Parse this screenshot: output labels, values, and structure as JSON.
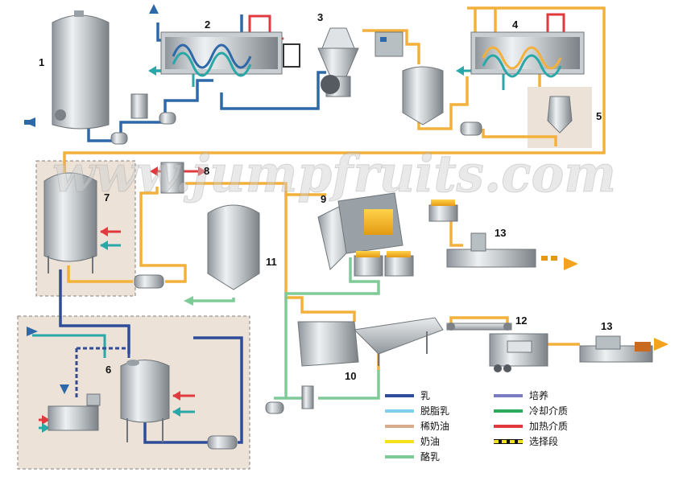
{
  "colors": {
    "milk": "#2e4c9a",
    "skim_milk": "#7fcfee",
    "cream": "#d8ab8c",
    "butter": "#f4e21a",
    "buttermilk": "#7ecb98",
    "culture_medium": "#7b7bc3",
    "cooling_medium": "#2faa5a",
    "heating_medium": "#e0393e",
    "optional_section": "#f4e21a",
    "process_line": "#f3b13b",
    "pipe_blue": "#2d69a8",
    "panel_bg": "#ece2d8"
  },
  "equipment_numbers": {
    "n1": "1",
    "n2": "2",
    "n3": "3",
    "n4": "4",
    "n5": "5",
    "n6": "6",
    "n7": "7",
    "n8": "8",
    "n9": "9",
    "n10": "10",
    "n11": "11",
    "n12": "12",
    "n13a": "13",
    "n13b": "13"
  },
  "watermark": "www.jumpfruits.com",
  "legend": [
    {
      "label": "乳",
      "color": "#2e4c9a",
      "style": "solid"
    },
    {
      "label": "脱脂乳",
      "color": "#7fcfee",
      "style": "solid"
    },
    {
      "label": "稀奶油",
      "color": "#d8ab8c",
      "style": "solid"
    },
    {
      "label": "奶油",
      "color": "#f4e21a",
      "style": "solid"
    },
    {
      "label": "酪乳",
      "color": "#7ecb98",
      "style": "solid"
    },
    {
      "label": "培养",
      "color": "#7b7bc3",
      "style": "solid"
    },
    {
      "label": "冷却介质",
      "color": "#2faa5a",
      "style": "solid"
    },
    {
      "label": "加热介质",
      "color": "#e0393e",
      "style": "solid"
    },
    {
      "label": "选择段",
      "color": "#f4e21a",
      "style": "dashed"
    }
  ]
}
